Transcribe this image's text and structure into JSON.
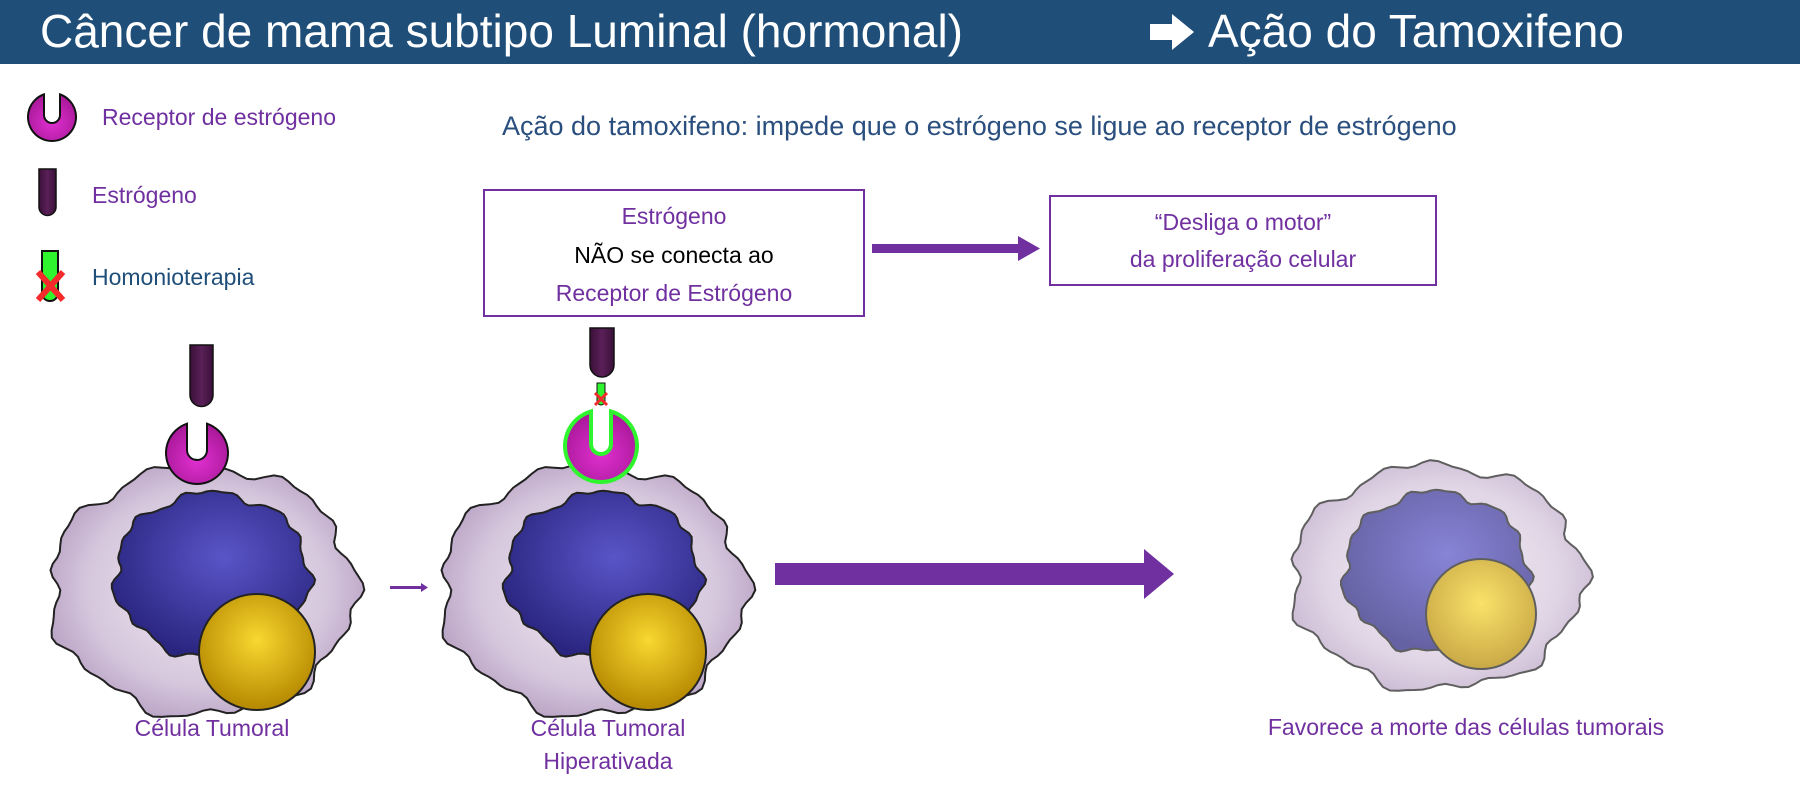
{
  "header": {
    "title_left": "Câncer de mama subtipo Luminal (hormonal)",
    "title_right": "Ação do Tamoxifeno",
    "arrow_icon": "bold-right-arrow"
  },
  "legend": {
    "receptor": "Receptor de estrógeno",
    "estrogen": "Estrógeno",
    "therapy": "Homonioterapia"
  },
  "action_text": "Ação do tamoxifeno: impede que o estrógeno se ligue ao receptor de estrógeno",
  "box1": {
    "line1": "Estrógeno",
    "line2": "NÃO se conecta ao",
    "line3": "Receptor de Estrógeno"
  },
  "box2": {
    "line1": "“Desliga o motor”",
    "line2": "da proliferação celular"
  },
  "labels": {
    "cell1": "Célula Tumoral",
    "cell2_line1": "Célula Tumoral",
    "cell2_line2": "Hiperativada",
    "cell3": "Favorece a morte das células tumorais"
  },
  "colors": {
    "header_bg": "#1f4e79",
    "purple": "#7030a0",
    "receptor": "#d21fc0",
    "estrogen": "#4a1848",
    "therapy_green": "#2ef52e",
    "nucleus": "#3c38a0",
    "nucleolus": "#e2b20a"
  }
}
